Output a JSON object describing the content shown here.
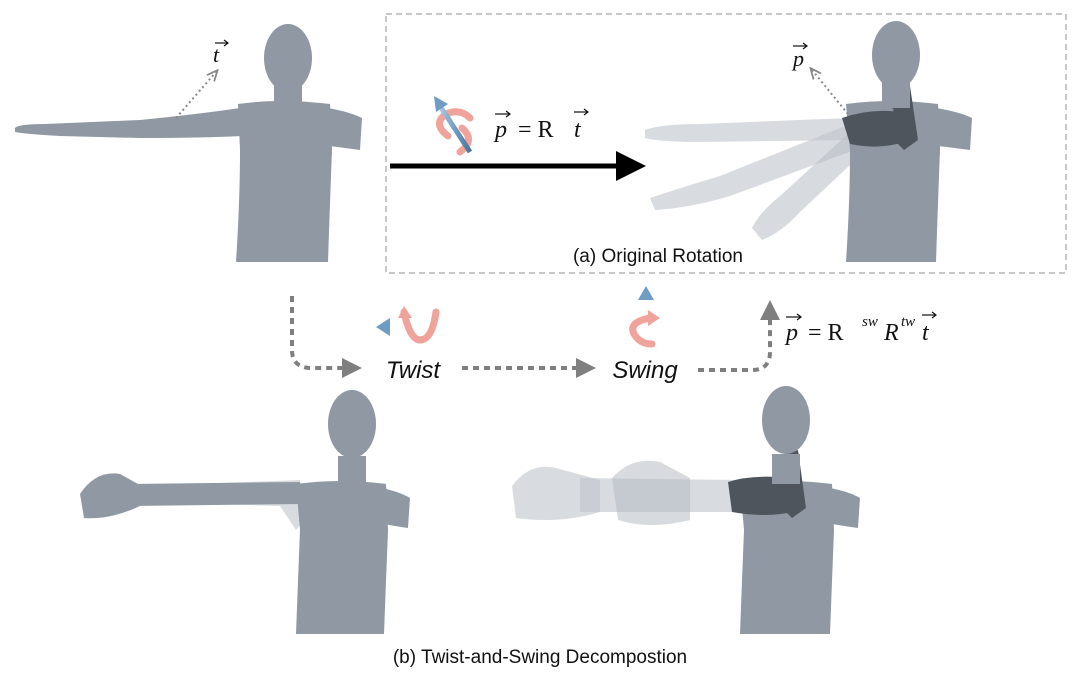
{
  "labels": {
    "t_vec": "t",
    "p_vec": "p",
    "eq_rotation_lhs": "p",
    "eq_rotation_rhs": "= R",
    "eq_rotation_t": "t",
    "eq_decomp_lhs": "p",
    "eq_decomp_eq": "= R",
    "eq_decomp_sup1": "sw",
    "eq_decomp_r2": "R",
    "eq_decomp_sup2": "tw",
    "eq_decomp_t": "t",
    "caption_a": "(a) Original Rotation",
    "caption_b": "(b) Twist-and-Swing Decompostion",
    "step_twist": "Twist",
    "step_swing": "Swing"
  },
  "icons": {
    "rotation_arrow": "twist-rotation-icon",
    "twist": "twist-axis-icon",
    "swing": "swing-axis-icon"
  },
  "colors": {
    "body": "#8f98a3",
    "rotation_arrow": "#f0a39a",
    "axis_blue": "#6f9cc4",
    "dashed_arrow": "#7f7f7f",
    "box_border": "#b5b5b5"
  }
}
